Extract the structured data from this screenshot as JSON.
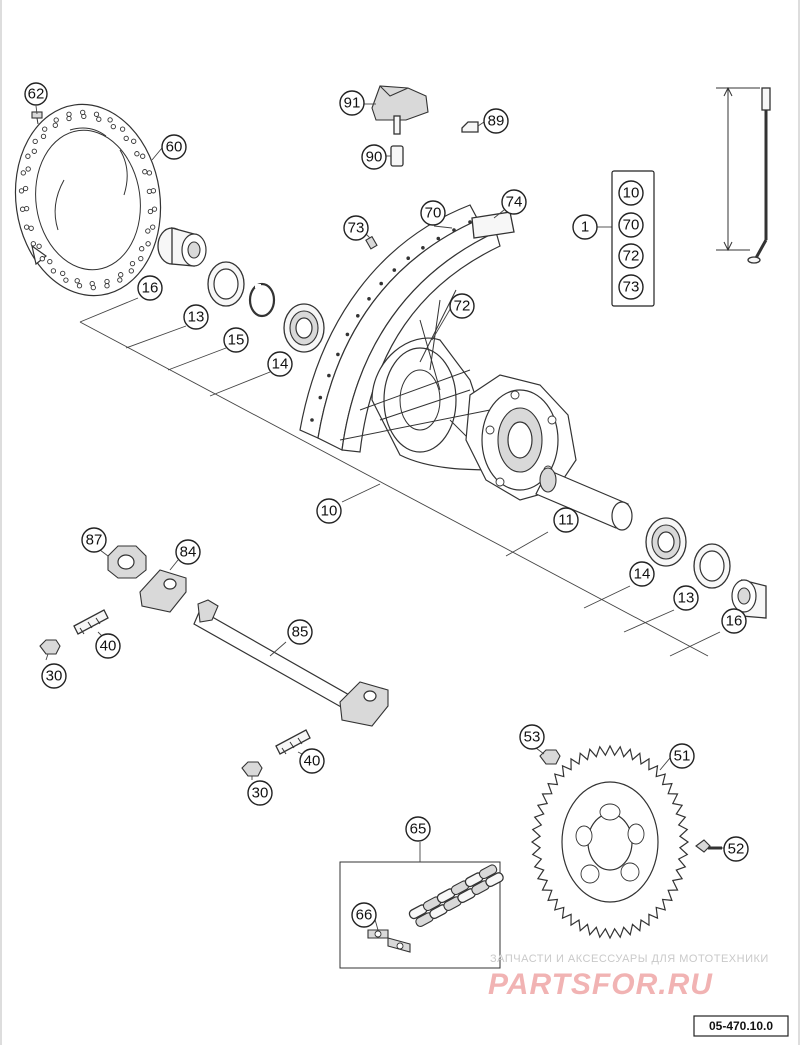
{
  "diagram": {
    "reference_code": "05-470.10.0",
    "watermark": {
      "tagline": "ЗАПЧАСТИ И АКСЕССУАРЫ ДЛЯ МОТОТЕХНИКИ",
      "logo": "PARTSFOR.RU"
    },
    "callouts": {
      "c62": "62",
      "c60": "60",
      "c91": "91",
      "c90": "90",
      "c89": "89",
      "c73": "73",
      "c70": "70",
      "c74": "74",
      "c72": "72",
      "c16a": "16",
      "c13a": "13",
      "c15": "15",
      "c14a": "14",
      "c10": "10",
      "c11": "11",
      "c14b": "14",
      "c13b": "13",
      "c16b": "16",
      "c87": "87",
      "c84": "84",
      "c85": "85",
      "c40a": "40",
      "c30a": "30",
      "c40b": "40",
      "c30b": "30",
      "c53": "53",
      "c51": "51",
      "c52": "52",
      "c65": "65",
      "c66": "66",
      "c1": "1",
      "kit10": "10",
      "kit70": "70",
      "kit72": "72",
      "kit73": "73"
    }
  }
}
